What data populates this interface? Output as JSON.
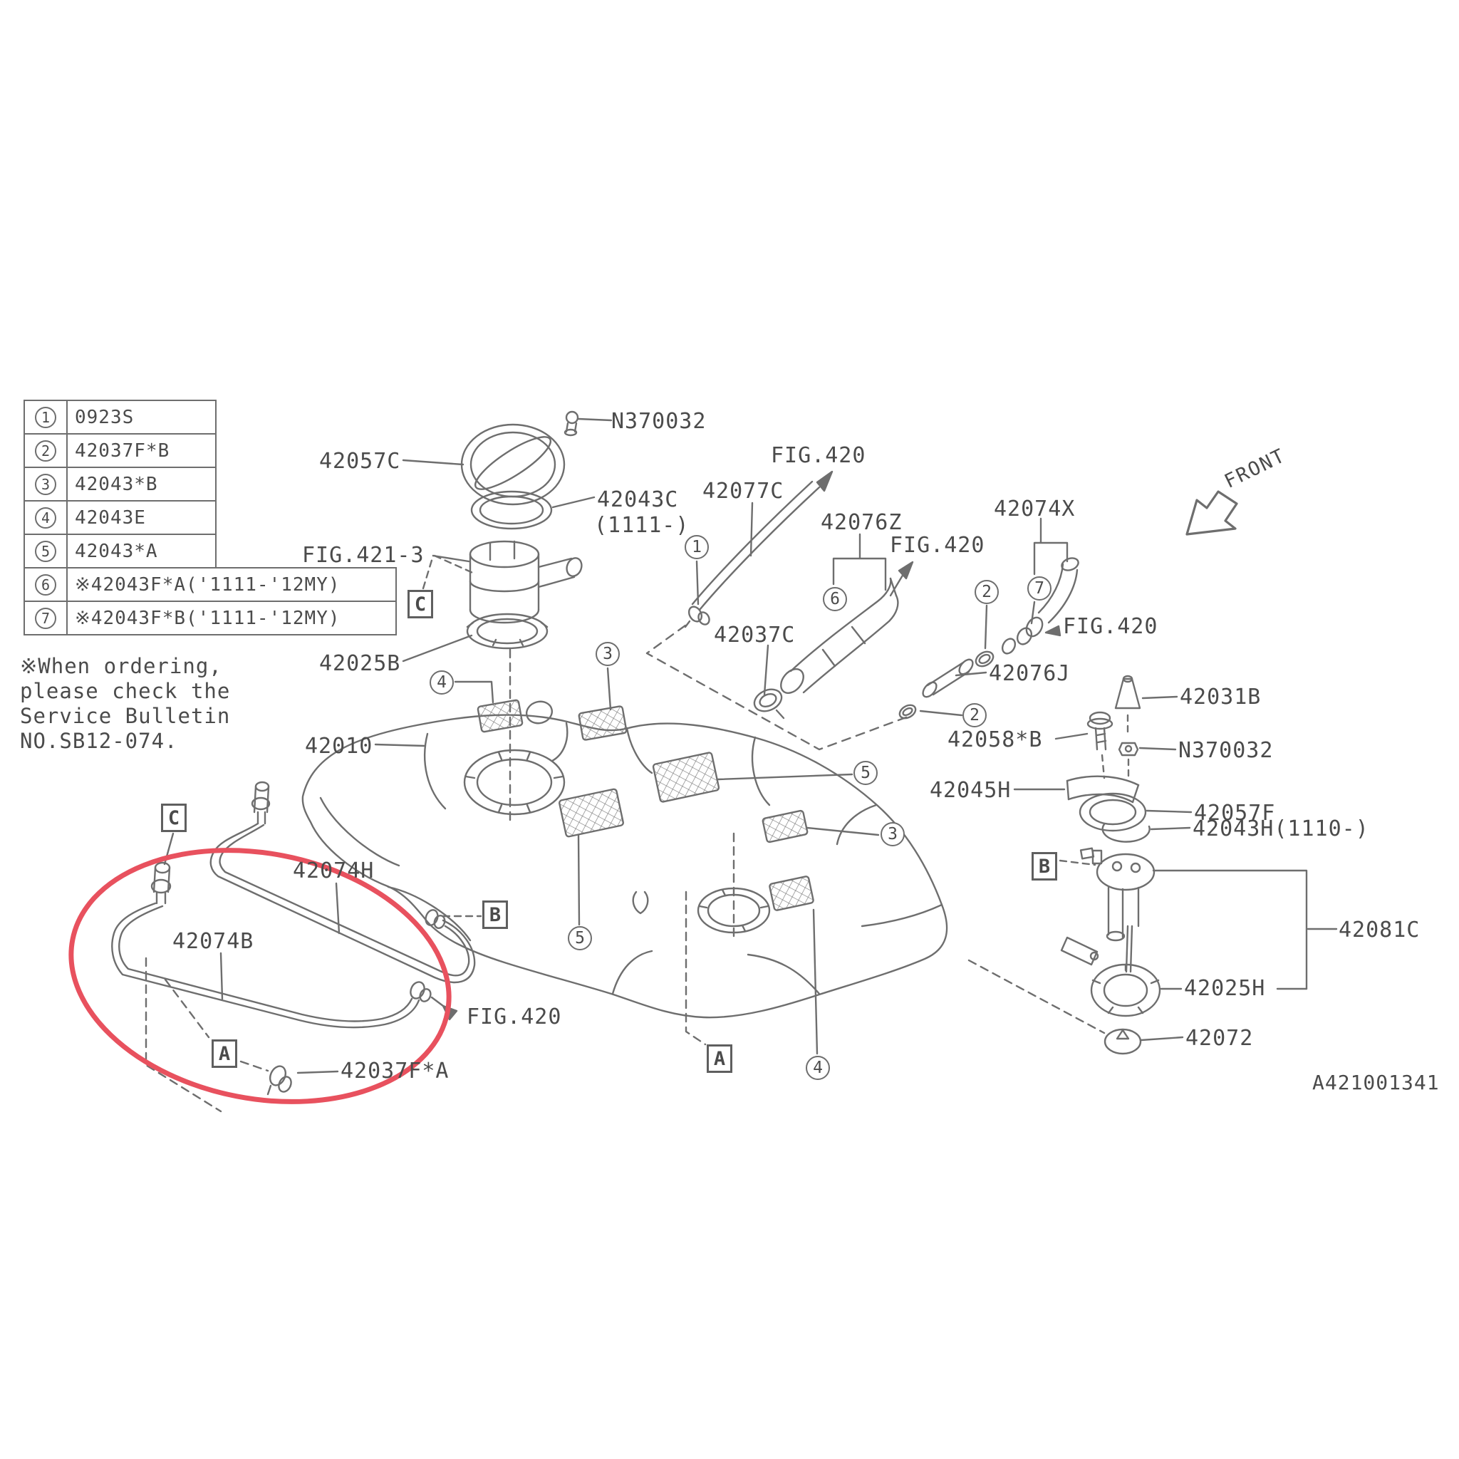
{
  "colors": {
    "line": "#6e6e6e",
    "text": "#4b4b4b",
    "highlight": "#e8515e"
  },
  "legend": {
    "rows": [
      {
        "num": "1",
        "part": "0923S"
      },
      {
        "num": "2",
        "part": "42037F*B"
      },
      {
        "num": "3",
        "part": "42043*B"
      },
      {
        "num": "4",
        "part": "42043E"
      },
      {
        "num": "5",
        "part": "42043*A"
      },
      {
        "num": "6",
        "part": "※42043F*A('1111-'12MY)"
      },
      {
        "num": "7",
        "part": "※42043F*B('1111-'12MY)"
      }
    ]
  },
  "note": {
    "lines": [
      "※When ordering,",
      " please check the",
      " Service Bulletin",
      " NO.SB12-074."
    ]
  },
  "labels": [
    {
      "id": "nut-top",
      "text": "N370032"
    },
    {
      "id": "fuel-cap",
      "text": "42057C"
    },
    {
      "id": "gasket",
      "text": "42043C"
    },
    {
      "id": "gasket-date",
      "text": "(1111-)"
    },
    {
      "id": "fig-421-3",
      "text": "FIG.421-3"
    },
    {
      "id": "fig-420-top",
      "text": "FIG.420"
    },
    {
      "id": "pipe-42077c",
      "text": "42077C"
    },
    {
      "id": "hose-42076z",
      "text": "42076Z"
    },
    {
      "id": "fig-420-mid",
      "text": "FIG.420"
    },
    {
      "id": "pipe-42074x",
      "text": "42074X"
    },
    {
      "id": "fig-420-right",
      "text": "FIG.420"
    },
    {
      "id": "clamp-42037c",
      "text": "42037C"
    },
    {
      "id": "hose-42076j",
      "text": "42076J"
    },
    {
      "id": "cap-42031b",
      "text": "42031B"
    },
    {
      "id": "bolt-42058b",
      "text": "42058*B"
    },
    {
      "id": "nut-right",
      "text": "N370032"
    },
    {
      "id": "neck-42045h",
      "text": "42045H"
    },
    {
      "id": "ring-42057f",
      "text": "42057F"
    },
    {
      "id": "ring-42043h",
      "text": "42043H(1110-)"
    },
    {
      "id": "tank-42010",
      "text": "42010"
    },
    {
      "id": "ring-42025b",
      "text": "42025B"
    },
    {
      "id": "hose-42074h",
      "text": "42074H"
    },
    {
      "id": "hose-42074b",
      "text": "42074B"
    },
    {
      "id": "fig-420-bottom",
      "text": "FIG.420"
    },
    {
      "id": "clip-42037fa",
      "text": "42037F*A"
    },
    {
      "id": "sender-42081c",
      "text": "42081C"
    },
    {
      "id": "flange-42025h",
      "text": "42025H"
    },
    {
      "id": "grommet-42072",
      "text": "42072"
    }
  ],
  "callout_circles": [
    {
      "num": "1"
    },
    {
      "num": "6"
    },
    {
      "num": "2"
    },
    {
      "num": "7"
    },
    {
      "num": "2"
    },
    {
      "num": "4"
    },
    {
      "num": "3"
    },
    {
      "num": "5"
    },
    {
      "num": "3"
    },
    {
      "num": "5"
    },
    {
      "num": "4"
    }
  ],
  "callout_boxes": [
    {
      "letter": "C"
    },
    {
      "letter": "C"
    },
    {
      "letter": "B"
    },
    {
      "letter": "A"
    },
    {
      "letter": "A"
    },
    {
      "letter": "B"
    }
  ],
  "drawing_code": "A421001341",
  "front_label": "FRONT"
}
